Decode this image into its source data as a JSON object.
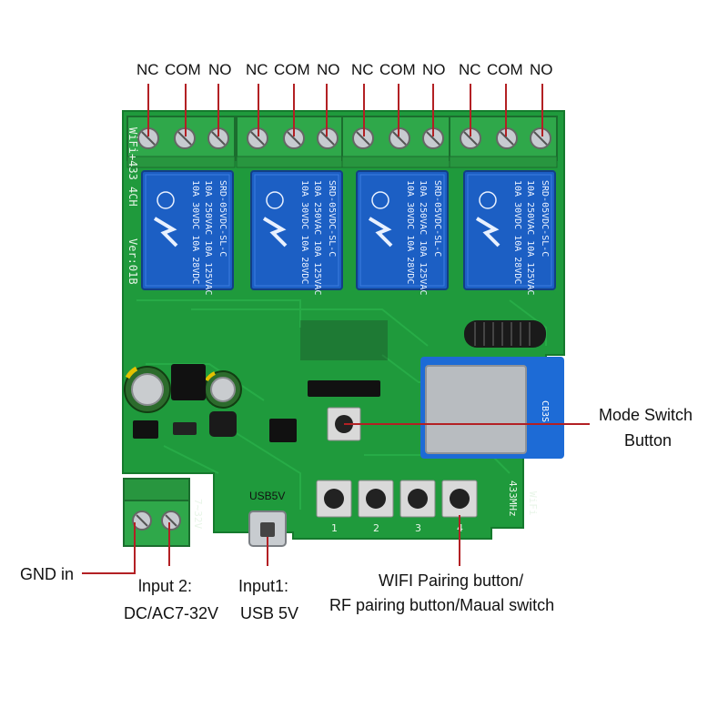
{
  "top_labels": {
    "group1": {
      "nc": "NC",
      "com": "COM",
      "no": "NO"
    },
    "group2": {
      "nc": "NC",
      "com": "COM",
      "no": "NO"
    },
    "group3": {
      "nc": "NC",
      "com": "COM",
      "no": "NO"
    },
    "group4": {
      "nc": "NC",
      "com": "COM",
      "no": "NO"
    }
  },
  "callouts": {
    "mode_switch_line1": "Mode Switch",
    "mode_switch_line2": "Button",
    "gnd_in": "GND in",
    "input2_line1": "lnput 2:",
    "input2_line2": "DC/AC7-32V",
    "input1_line1": "Input1:",
    "input1_line2": "USB 5V",
    "pairing_line1": "WIFI Pairing button/",
    "pairing_line2": "RF pairing button/Maual switch"
  },
  "board": {
    "silk_model": "WiFi+433 4CH",
    "silk_version": "Ver:01B",
    "silk_power": "7~32V",
    "silk_usb": "USB5V",
    "silk_433": "433MHz",
    "silk_wifi": "WiFi",
    "button_numbers": [
      "1",
      "2",
      "3",
      "4"
    ],
    "relay_model": "SRD-05VDC-SL-C",
    "relay_rating_1": "10A 250VAC 10A 125VAC",
    "relay_rating_2": "10A 30VDC 10A 28VDC",
    "module_label": "CB3S"
  },
  "colors": {
    "pcb": "#1f9a3c",
    "relay": "#1c5fc4",
    "terminal": "#2fa84a",
    "callout_line": "#b32024",
    "text": "#111111"
  }
}
